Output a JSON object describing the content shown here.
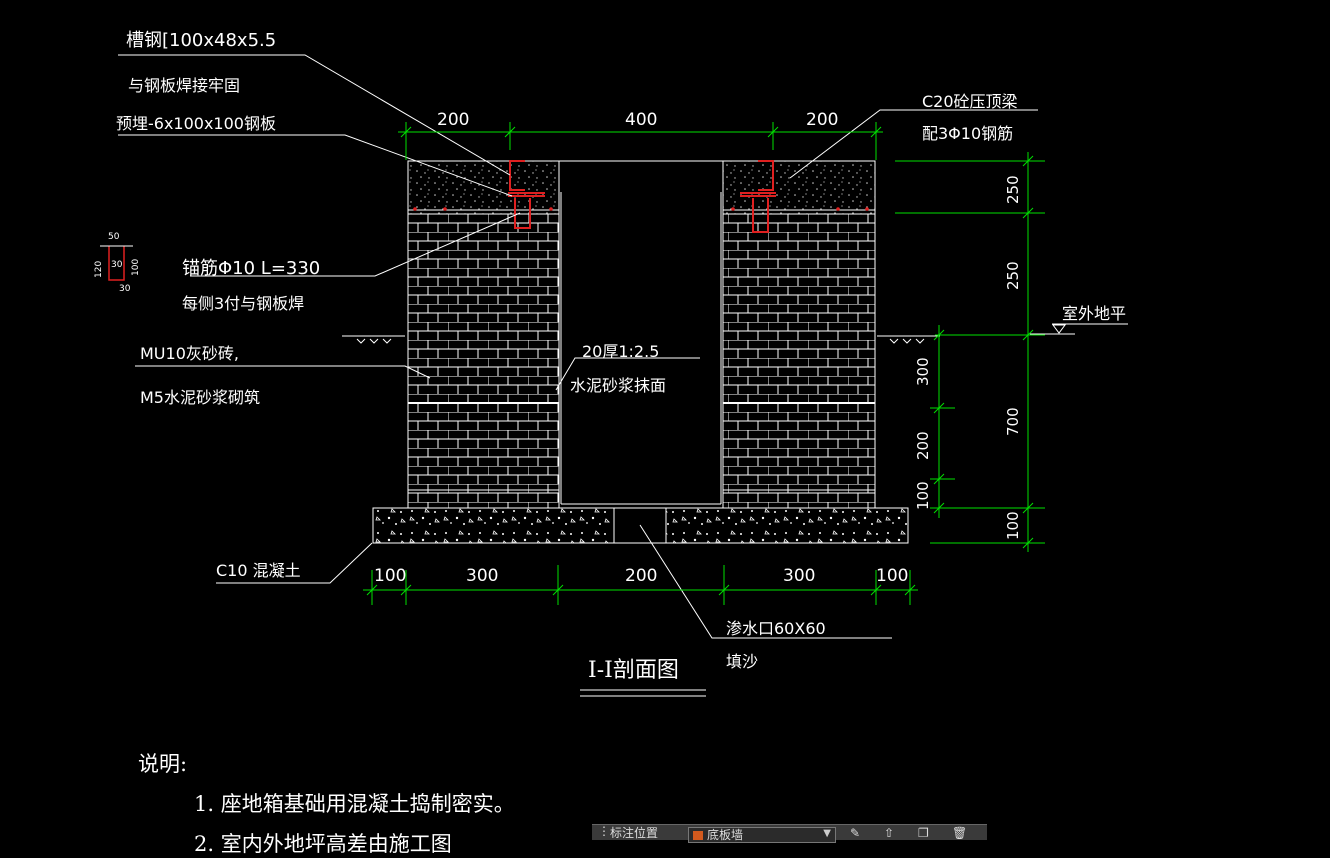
{
  "drawing": {
    "title": "Ⅰ-Ⅰ剖面图",
    "callouts": {
      "channel_steel": "槽钢[100x48x5.5",
      "channel_steel_weld": "与钢板焊接牢固",
      "embedded_plate": "预埋-6x100x100钢板",
      "cap_beam": "C20砼压顶梁",
      "cap_beam_rebar": "配3Φ10钢筋",
      "anchor_bar": "锚筋Φ10  L=330",
      "anchor_bar_weld": "每侧3付与钢板焊",
      "brick": "MU10灰砂砖,",
      "mortar": "M5水泥砂浆砌筑",
      "plaster_thickness": "20厚1:2.5",
      "plaster": "水泥砂浆抹面",
      "concrete": "C10   混凝土",
      "drain_hole": "渗水口60X60",
      "fill_sand": "填沙",
      "outdoor_grade": "室外地平"
    },
    "dims_top": [
      "200",
      "400",
      "200"
    ],
    "dims_bottom": [
      "100",
      "300",
      "200",
      "300",
      "100"
    ],
    "dims_right_outer": [
      "250",
      "250",
      "700",
      "100"
    ],
    "dims_right_inner": [
      "300",
      "200",
      "100"
    ],
    "anchor_detail": {
      "top": "50",
      "left": "120",
      "mid": "30",
      "right": "100",
      "bottom": "30"
    }
  },
  "notes": {
    "heading": "说明:",
    "items": [
      "1. 座地箱基础用混凝土捣制密实。",
      "2. 室内外地坪高差由施工图"
    ]
  },
  "toolbar": {
    "label": "标注位置",
    "layer": "底板墙",
    "icons": [
      "edit-icon",
      "upload-icon",
      "copy-icon",
      "delete-icon"
    ]
  },
  "colors": {
    "background": "#000000",
    "lines": "#ffffff",
    "dimension": "#00e000",
    "steel": "#e02020"
  }
}
